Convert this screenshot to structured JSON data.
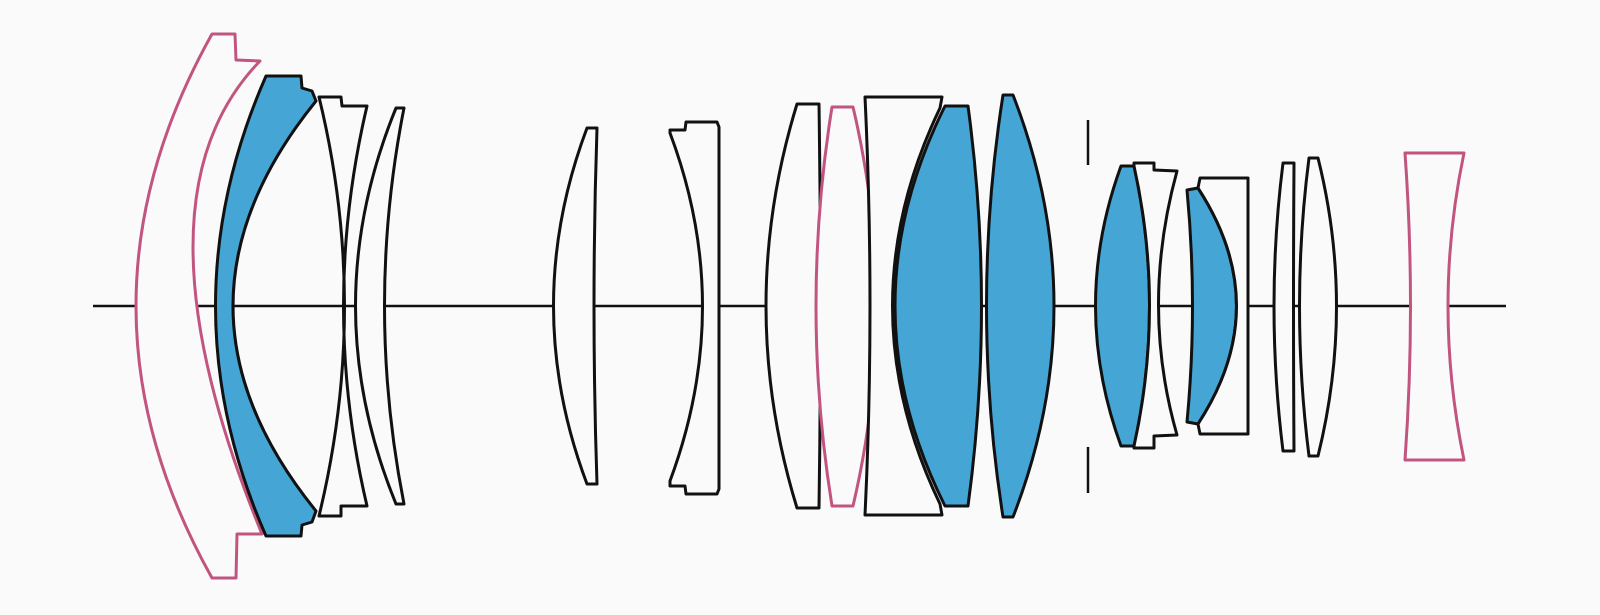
{
  "diagram": {
    "type": "lens-element-cross-section",
    "colors": {
      "background": "#fafafa",
      "outline": "#111111",
      "special_element_fill": "#45a6d6",
      "special_element_outline": "#111111",
      "aspherical_outline": "#c2557f",
      "plain_fill": "#fafafa"
    },
    "elements": [
      {
        "id": 1,
        "kind": "aspherical"
      },
      {
        "id": 2,
        "kind": "special"
      },
      {
        "id": 3,
        "kind": "plain"
      },
      {
        "id": 4,
        "kind": "plain"
      },
      {
        "id": 5,
        "kind": "plain"
      },
      {
        "id": 6,
        "kind": "plain"
      },
      {
        "id": 7,
        "kind": "plain"
      },
      {
        "id": 8,
        "kind": "aspherical"
      },
      {
        "id": 9,
        "kind": "plain"
      },
      {
        "id": 10,
        "kind": "special"
      },
      {
        "id": 11,
        "kind": "special"
      },
      {
        "id": 12,
        "kind": "special"
      },
      {
        "id": 13,
        "kind": "plain"
      },
      {
        "id": 14,
        "kind": "special"
      },
      {
        "id": 15,
        "kind": "plain"
      },
      {
        "id": 16,
        "kind": "plain"
      },
      {
        "id": 17,
        "kind": "plain"
      },
      {
        "id": 18,
        "kind": "aspherical"
      }
    ]
  }
}
